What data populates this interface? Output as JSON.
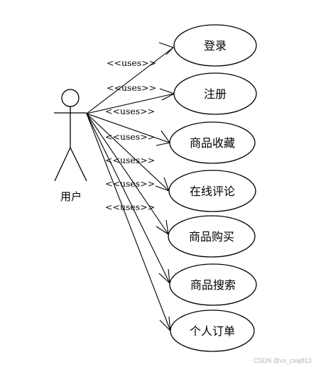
{
  "actor": {
    "label": "用户"
  },
  "use_cases": [
    {
      "label": "登录"
    },
    {
      "label": "注册"
    },
    {
      "label": "商品收藏"
    },
    {
      "label": "在线评论"
    },
    {
      "label": "商品购买"
    },
    {
      "label": "商品搜索"
    },
    {
      "label": "个人订单"
    }
  ],
  "relationships": [
    {
      "label": "<<uses>>",
      "from": "用户",
      "to": "登录"
    },
    {
      "label": "<<uses>>",
      "from": "用户",
      "to": "注册"
    },
    {
      "label": "<<uses>>",
      "from": "用户",
      "to": "商品收藏"
    },
    {
      "label": "<<uses>>",
      "from": "用户",
      "to": "在线评论"
    },
    {
      "label": "<<uses>>",
      "from": "用户",
      "to": "商品购买"
    },
    {
      "label": "<<uses>>",
      "from": "用户",
      "to": "商品搜索"
    },
    {
      "label": "<<uses>>",
      "from": "用户",
      "to": "个人订单"
    }
  ],
  "watermark": "CSDN @vx_cxaj813"
}
